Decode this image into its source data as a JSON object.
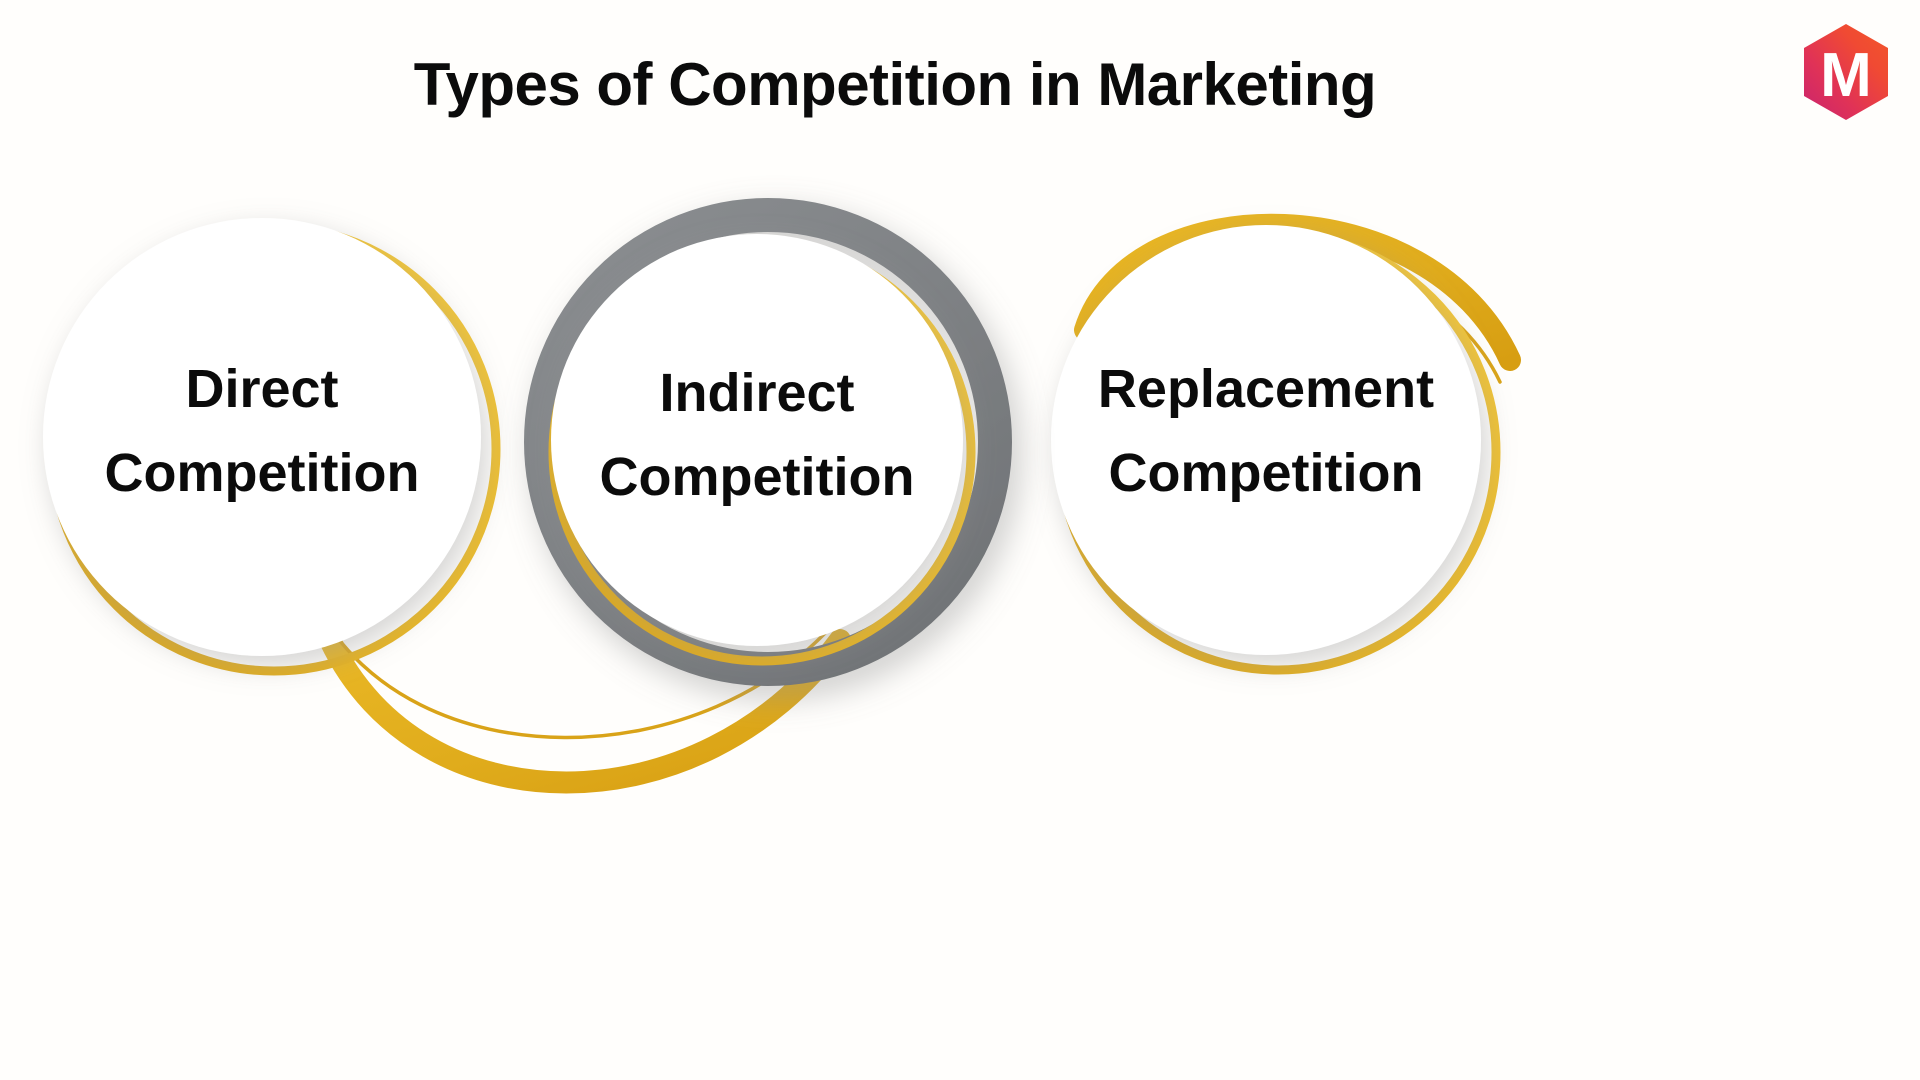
{
  "page": {
    "title": "Types of Competition in Marketing",
    "background_color": "#FFFEFC"
  },
  "logo": {
    "name": "marketing91-m-logo",
    "letter": "M",
    "shape": "hexagon",
    "gradient_from": "#D6246E",
    "gradient_to": "#F0502B"
  },
  "palette": {
    "gold": "#E5B122",
    "gold_dark": "#D9A318",
    "gold_light": "#F0C434",
    "gray": "#808285",
    "gray_dark": "#6E7174",
    "circle_fill": "#FFFFFF",
    "text": "#0B0B0B"
  },
  "nodes": [
    {
      "id": "direct-competition",
      "label_line1": "Direct",
      "label_line2": "Competition",
      "label": "Direct\nCompetition",
      "ring": "gold",
      "emphasis": "normal"
    },
    {
      "id": "indirect-competition",
      "label_line1": "Indirect",
      "label_line2": "Competition",
      "label": "Indirect\nCompetition",
      "ring": "gray",
      "emphasis": "highlighted"
    },
    {
      "id": "replacement-competition",
      "label_line1": "Replacement",
      "label_line2": "Competition",
      "label": "Replacement\nCompetition",
      "ring": "gold",
      "emphasis": "normal"
    }
  ],
  "connectors": [
    {
      "id": "connector-1-2",
      "from": "direct-competition",
      "to": "indirect-competition",
      "direction": "below",
      "color": "#E5B122"
    },
    {
      "id": "connector-2-3",
      "from": "indirect-competition",
      "to": "replacement-competition",
      "direction": "above",
      "color": "#E5B122"
    }
  ]
}
